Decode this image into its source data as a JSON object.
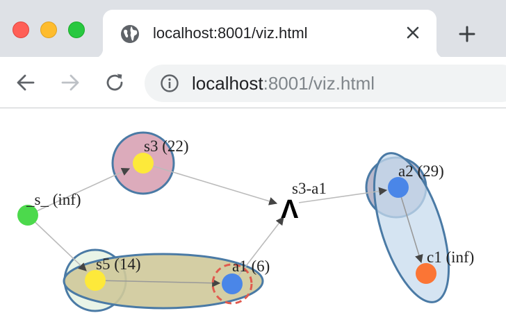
{
  "browser": {
    "tab_title": "localhost:8001/viz.html",
    "url_host": "localhost",
    "url_rest": ":8001/viz.html"
  },
  "icons": {
    "favicon": "globe-icon",
    "tab_close": "close-icon",
    "new_tab": "plus-icon",
    "back": "arrow-left-icon",
    "forward": "arrow-right-icon",
    "reload": "reload-icon",
    "site_info": "info-icon"
  },
  "colors": {
    "node_green": "#4cd94c",
    "node_yellow": "#fde93a",
    "node_blue": "#4a86e8",
    "node_orange": "#fb7535",
    "group_outline": "#4a7aa5",
    "group_pink": "#dcabbb",
    "group_olive": "#cfc99a",
    "group_mint": "#e9f4e7",
    "group_lightblue": "#c7dbee",
    "edge": "#bbbbbb",
    "target_ring": "#e05a4e"
  },
  "graph": {
    "nodes": [
      {
        "id": "s_",
        "label": "_s_ (inf)",
        "color": "green"
      },
      {
        "id": "s3",
        "label": "s3 (22)",
        "color": "yellow"
      },
      {
        "id": "s5",
        "label": "s5 (14)",
        "color": "yellow"
      },
      {
        "id": "a1",
        "label": "a1 (6)",
        "color": "blue"
      },
      {
        "id": "a2",
        "label": "a2 (29)",
        "color": "blue"
      },
      {
        "id": "c1",
        "label": "c1 (inf)",
        "color": "orange"
      }
    ],
    "junction": {
      "label": "s3-a1",
      "symbol": "Λ"
    }
  }
}
